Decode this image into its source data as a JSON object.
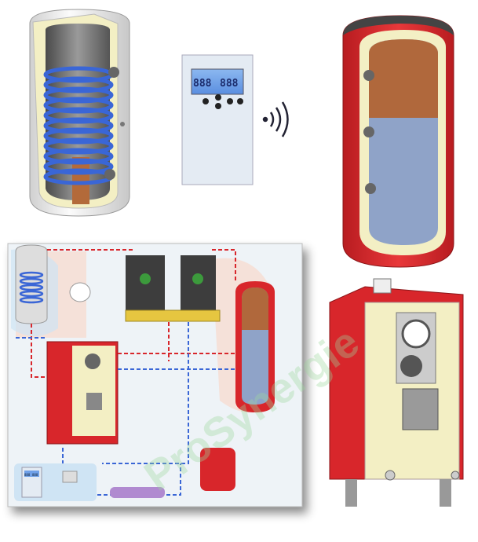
{
  "controller": {
    "display_left": "888",
    "display_right": "888",
    "mini_display_left": "888",
    "mini_display_right": "888"
  },
  "watermark": {
    "text": "ProSynergie"
  },
  "colors": {
    "tank_red": "#d8262b",
    "insulation": "#f3efc4",
    "coil_blue": "#3a66d6",
    "hot_water": "#b0683c",
    "cold_water": "#8fa3c8",
    "lcd_blue": "#6fa0e8",
    "panel_bg": "#eef3f7"
  },
  "icons": [
    "wifi-signal-icon"
  ]
}
